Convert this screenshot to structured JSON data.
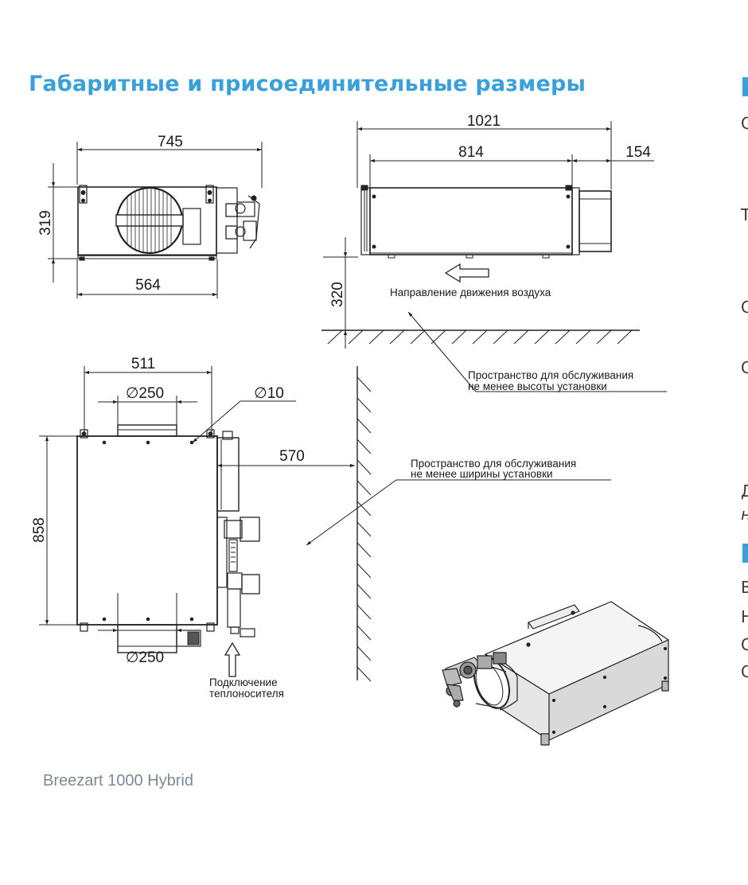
{
  "heading": "Габаритные и присоединительные размеры",
  "caption": "Breezart 1000 Hybrid",
  "accent_color": "#3aa0dc",
  "dimensions": {
    "front_width": "745",
    "front_height": "319",
    "front_base": "564",
    "side_total": "1021",
    "side_body": "814",
    "side_duct": "154",
    "floor_clearance": "320",
    "top_width": "511",
    "top_duct_dia": "∅250",
    "mount_hole_dia": "∅10",
    "wall_clearance": "570",
    "top_length": "858",
    "bottom_duct_dia": "∅250"
  },
  "notes": {
    "airflow_direction": "Направление движения воздуха",
    "service_height_1": "Пространство для обслуживания",
    "service_height_2": "не менее высоты установки",
    "service_width_1": "Пространство для обслуживания",
    "service_width_2": "не менее ширины установки",
    "coolant_1": "Подключение",
    "coolant_2": "теплоносителя"
  },
  "right_column_fragments": [
    "С",
    "Т",
    "С",
    "С",
    "Д",
    "н",
    "В",
    "Н",
    "С",
    "С"
  ]
}
